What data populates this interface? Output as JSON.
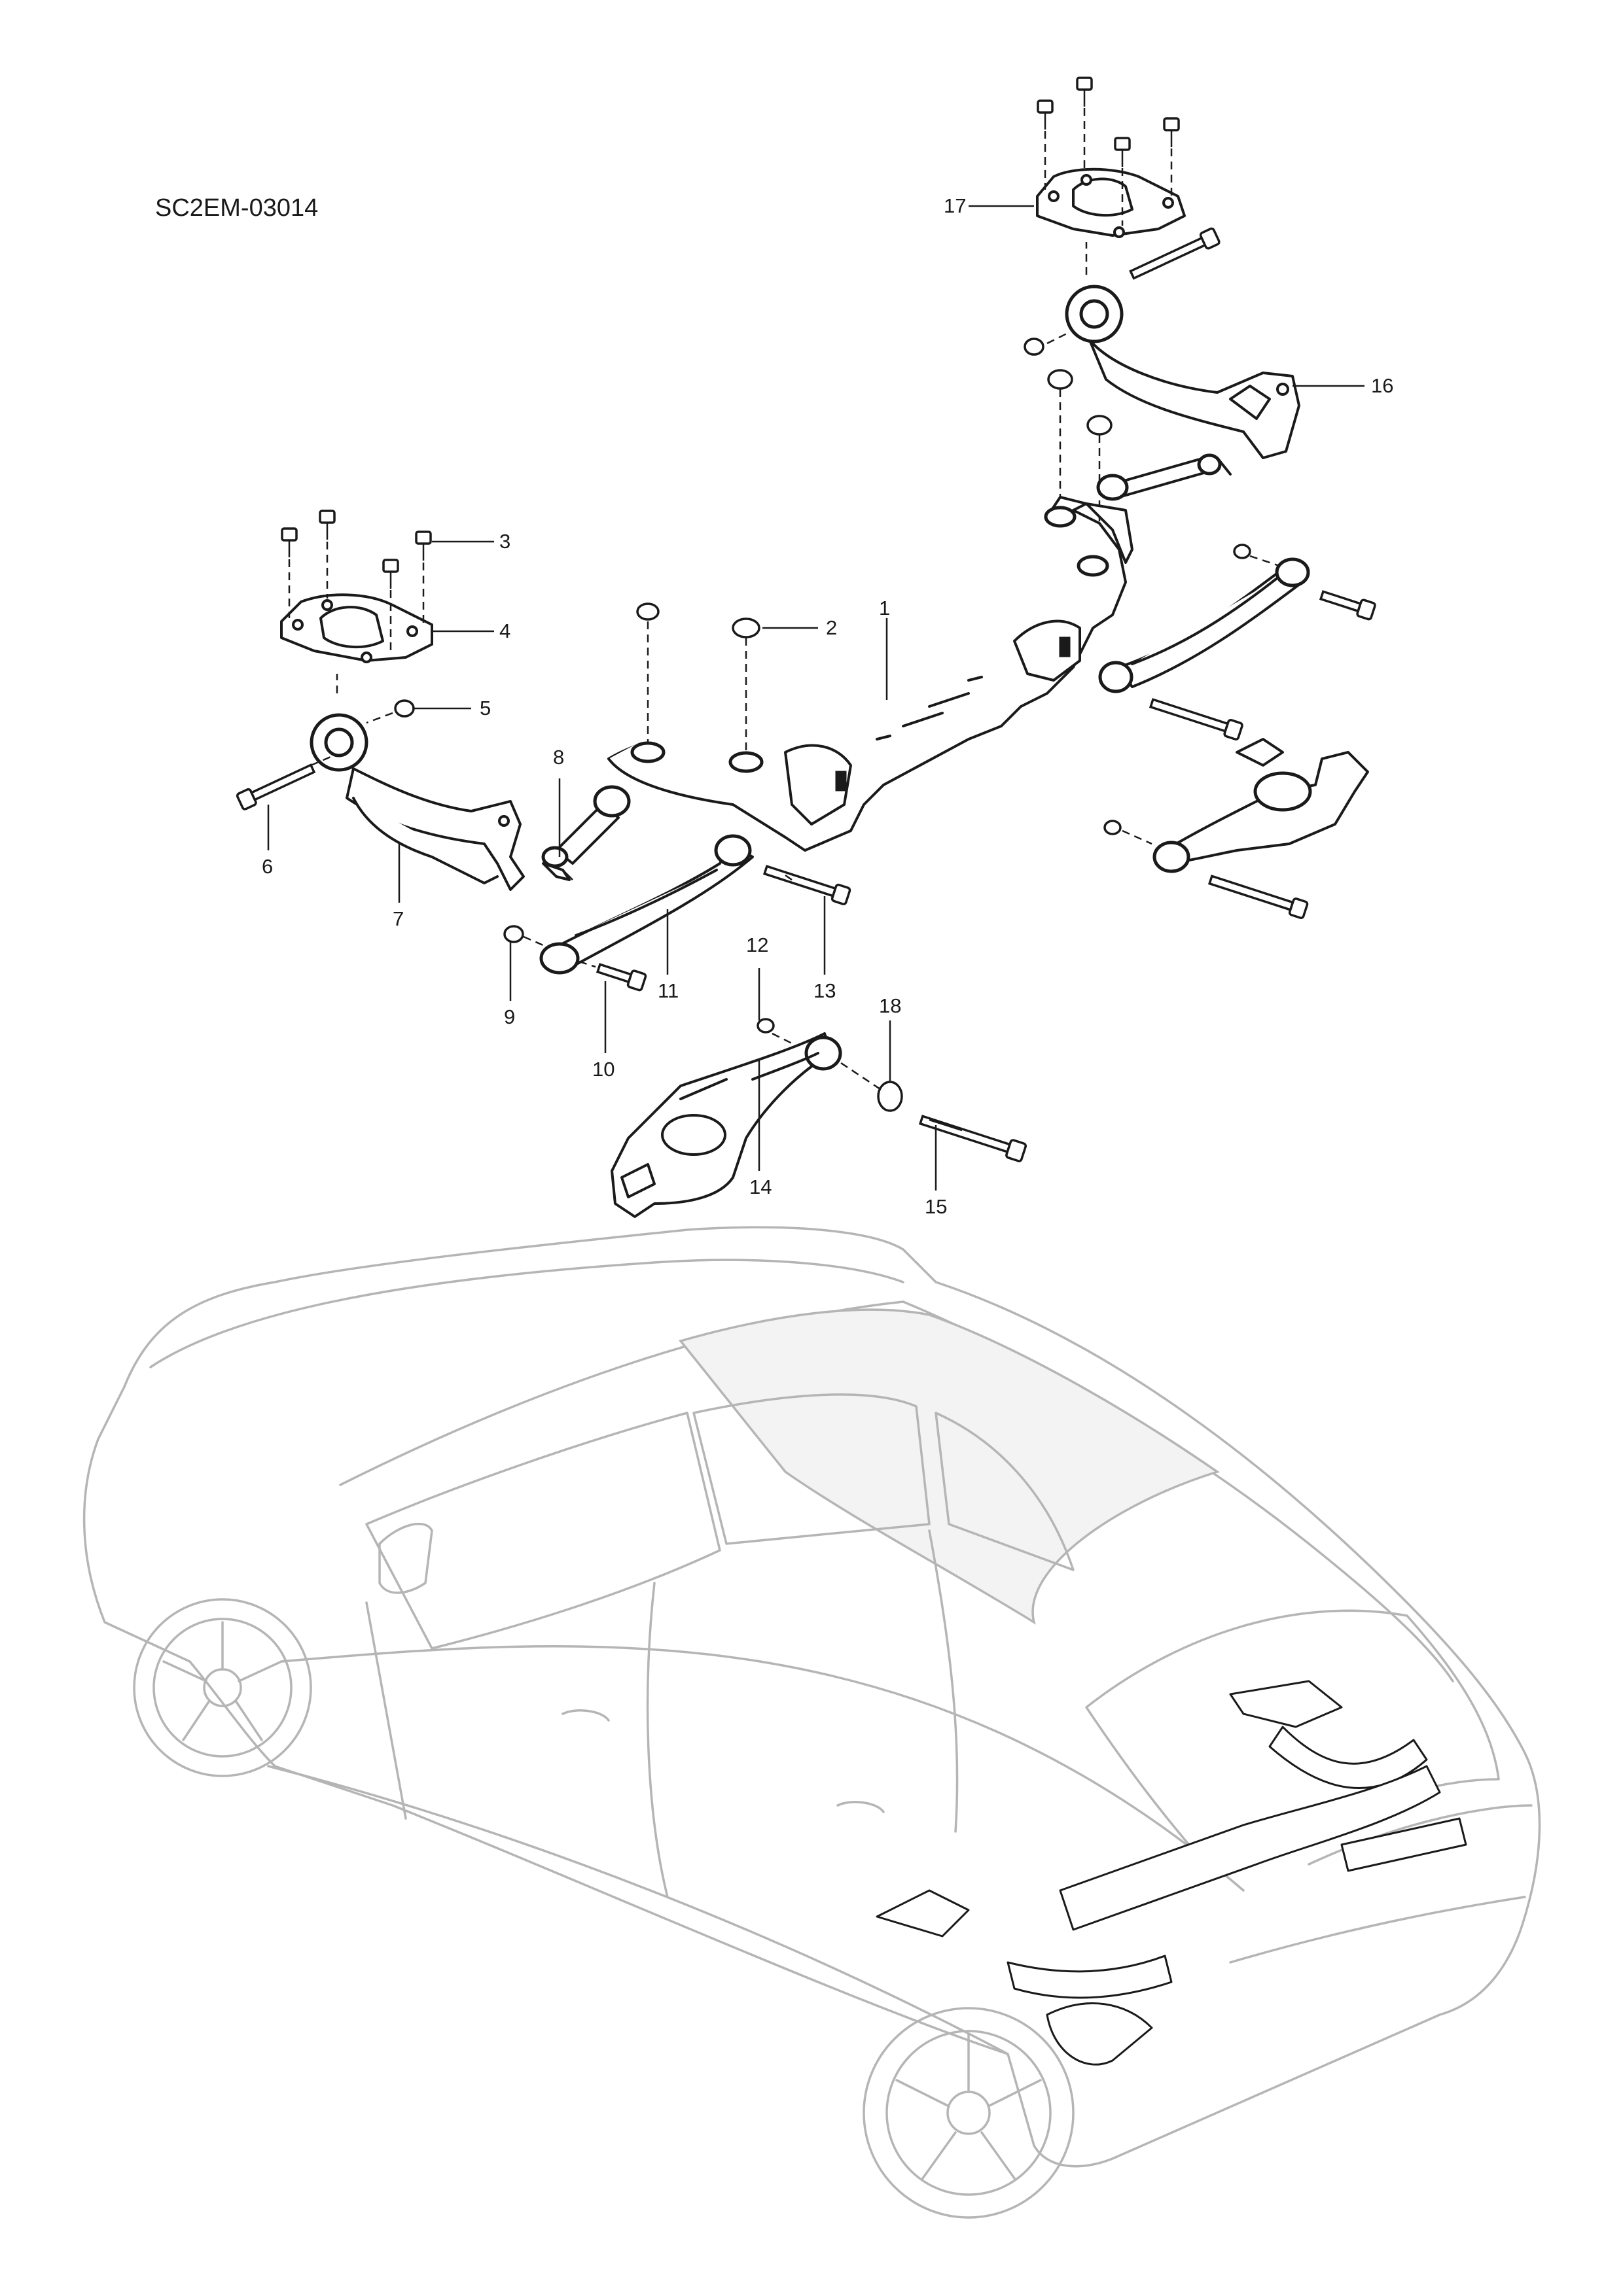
{
  "diagram_code": "SC2EM-03014",
  "callouts": {
    "c1": "1",
    "c2": "2",
    "c3": "3",
    "c4": "4",
    "c5": "5",
    "c6": "6",
    "c7": "7",
    "c8": "8",
    "c9": "9",
    "c10": "10",
    "c11": "11",
    "c12": "12",
    "c13": "13",
    "c14": "14",
    "c15": "15",
    "c16": "16",
    "c17": "17",
    "c18": "18"
  },
  "colors": {
    "line": "#1a1a1a",
    "car_outline": "#b5b5b5",
    "background": "#ffffff"
  }
}
